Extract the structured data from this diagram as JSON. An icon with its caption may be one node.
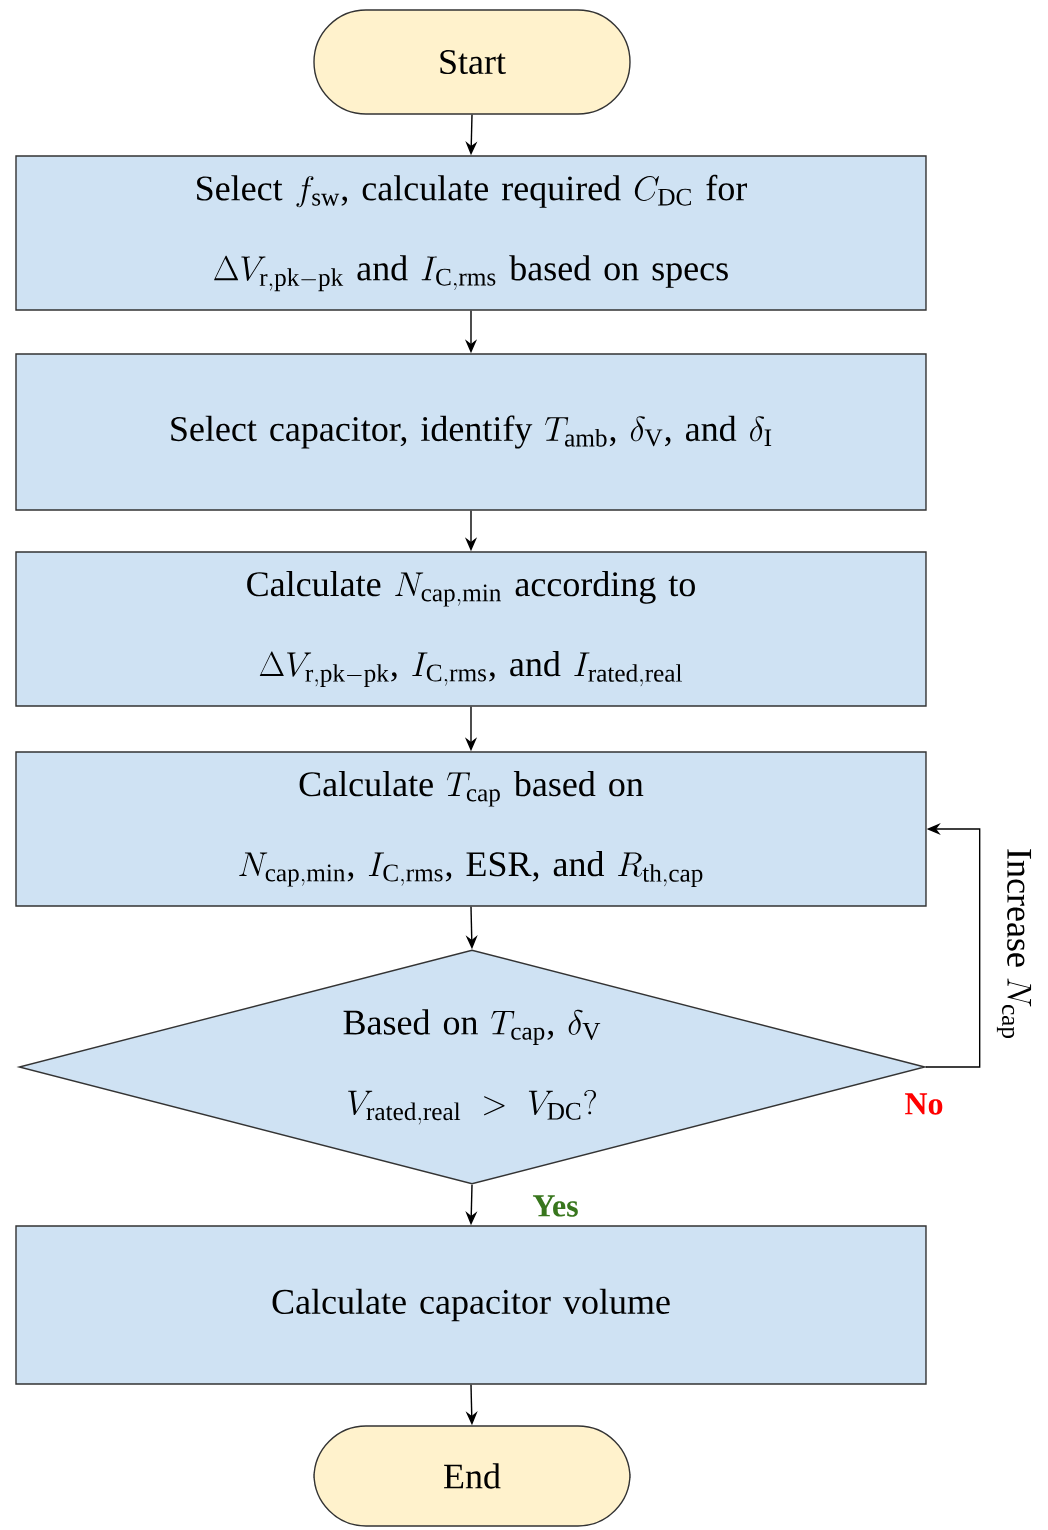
{
  "diagram": {
    "nodes": [
      {
        "text": [
          "Start"
        ]
      },
      {
        "text": [
          "\\text{Select } f_{\\mathrm{sw}}\\text{, calculate required } C_{\\mathrm{DC}}\\text{ for}",
          "\\Delta V_{\\mathrm{r,pk-pk}}\\text{ and } I_{\\mathrm{C,rms}}\\text{ based on specs}"
        ]
      },
      {
        "text": [
          "\\text{Select capacitor, identify } T_{\\mathrm{amb}}\\text{, } \\delta_{\\mathrm{V}}\\text{, and } \\delta_{\\mathrm{I}}"
        ]
      },
      {
        "text": [
          "\\text{Calculate } N_{\\mathrm{cap,min}}\\text{ according to}",
          "\\Delta V_{\\mathrm{r,pk-pk}}\\text{, } I_{\\mathrm{C,rms}}\\text{, and } I_{\\mathrm{rated,real}}"
        ]
      },
      {
        "text": [
          "\\text{Calculate } T_{\\mathrm{cap}}\\text{ based on}",
          "N_{\\mathrm{cap,min}}\\text{, } I_{\\mathrm{C,rms}}\\text{, ESR, and } R_{\\mathrm{th,cap}}"
        ]
      },
      {
        "text": [
          "\\text{Based on } T_{\\mathrm{cap}}\\text{, } \\delta_{\\mathrm{V}}",
          "V_{\\mathrm{rated,real}} > V_{\\mathrm{DC}}?"
        ]
      },
      {
        "text": [
          "Calculate capacitor volume"
        ]
      },
      {
        "text": [
          "End"
        ]
      }
    ],
    "edges": [
      {
        "from": 0,
        "to": 1,
        "arrow": "to"
      },
      {
        "from": 1,
        "to": 2,
        "arrow": "to"
      },
      {
        "from": 2,
        "to": 3,
        "arrow": "to"
      },
      {
        "from": 3,
        "to": 4,
        "arrow": "to"
      },
      {
        "from": 4,
        "to": 5,
        "arrow": "to"
      },
      {
        "from": 5,
        "to": 6,
        "arrow": "to",
        "label": "Yes"
      },
      {
        "from": 5,
        "to": 4,
        "arrow": "to",
        "label": "No"
      },
      {
        "from": 6,
        "to": 7,
        "arrow": "to"
      }
    ],
    "labels": [
      "\\text{Increase } N_{\\mathrm{cap}}"
    ]
  }
}
